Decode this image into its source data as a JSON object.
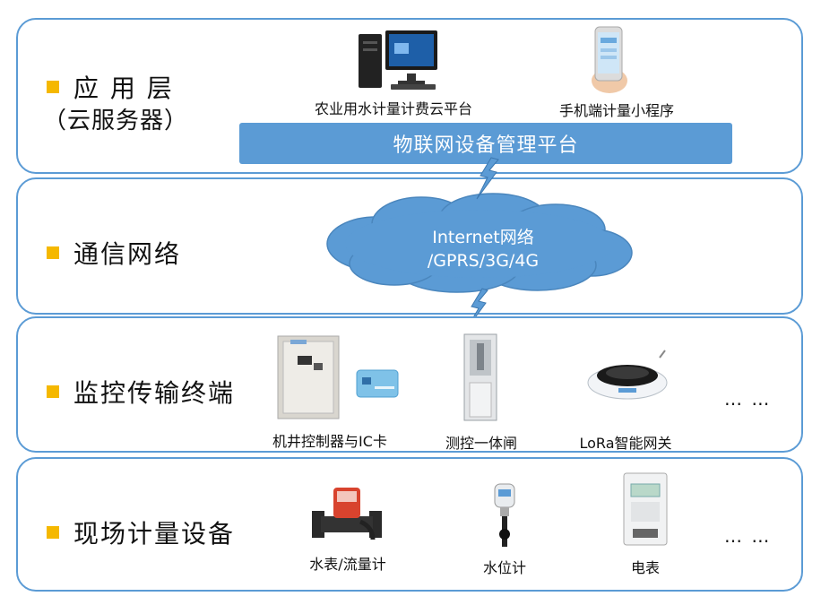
{
  "layers": {
    "app": {
      "title": "应 用 层",
      "subtitle": "（云服务器）",
      "items": [
        {
          "label": "农业用水计量计费云平台"
        },
        {
          "label": "手机端计量小程序"
        }
      ],
      "platform_bar": "物联网设备管理平台"
    },
    "network": {
      "title": "通信网络",
      "cloud_line1": "Internet网络",
      "cloud_line2": "/GPRS/3G/4G"
    },
    "monitor": {
      "title": "监控传输终端",
      "items": [
        {
          "label": "机井控制器与IC卡"
        },
        {
          "label": "测控一体闸"
        },
        {
          "label": "LoRa智能网关"
        }
      ],
      "more": "…  …"
    },
    "field": {
      "title": "现场计量设备",
      "items": [
        {
          "label": "水表/流量计"
        },
        {
          "label": "水位计"
        },
        {
          "label": "电表"
        }
      ],
      "more": "…  …"
    }
  },
  "colors": {
    "border": "#5b9bd5",
    "bullet": "#f5b800",
    "bar": "#5b9bd5",
    "cloud": "#5b9bd5"
  },
  "icons": [
    "desktop-computer-icon",
    "smartphone-icon",
    "lightning-link-icon",
    "cloud-icon",
    "controller-cabinet-icon",
    "ic-card-icon",
    "gate-icon",
    "lora-gateway-icon",
    "water-meter-icon",
    "level-meter-icon",
    "electric-meter-icon"
  ]
}
